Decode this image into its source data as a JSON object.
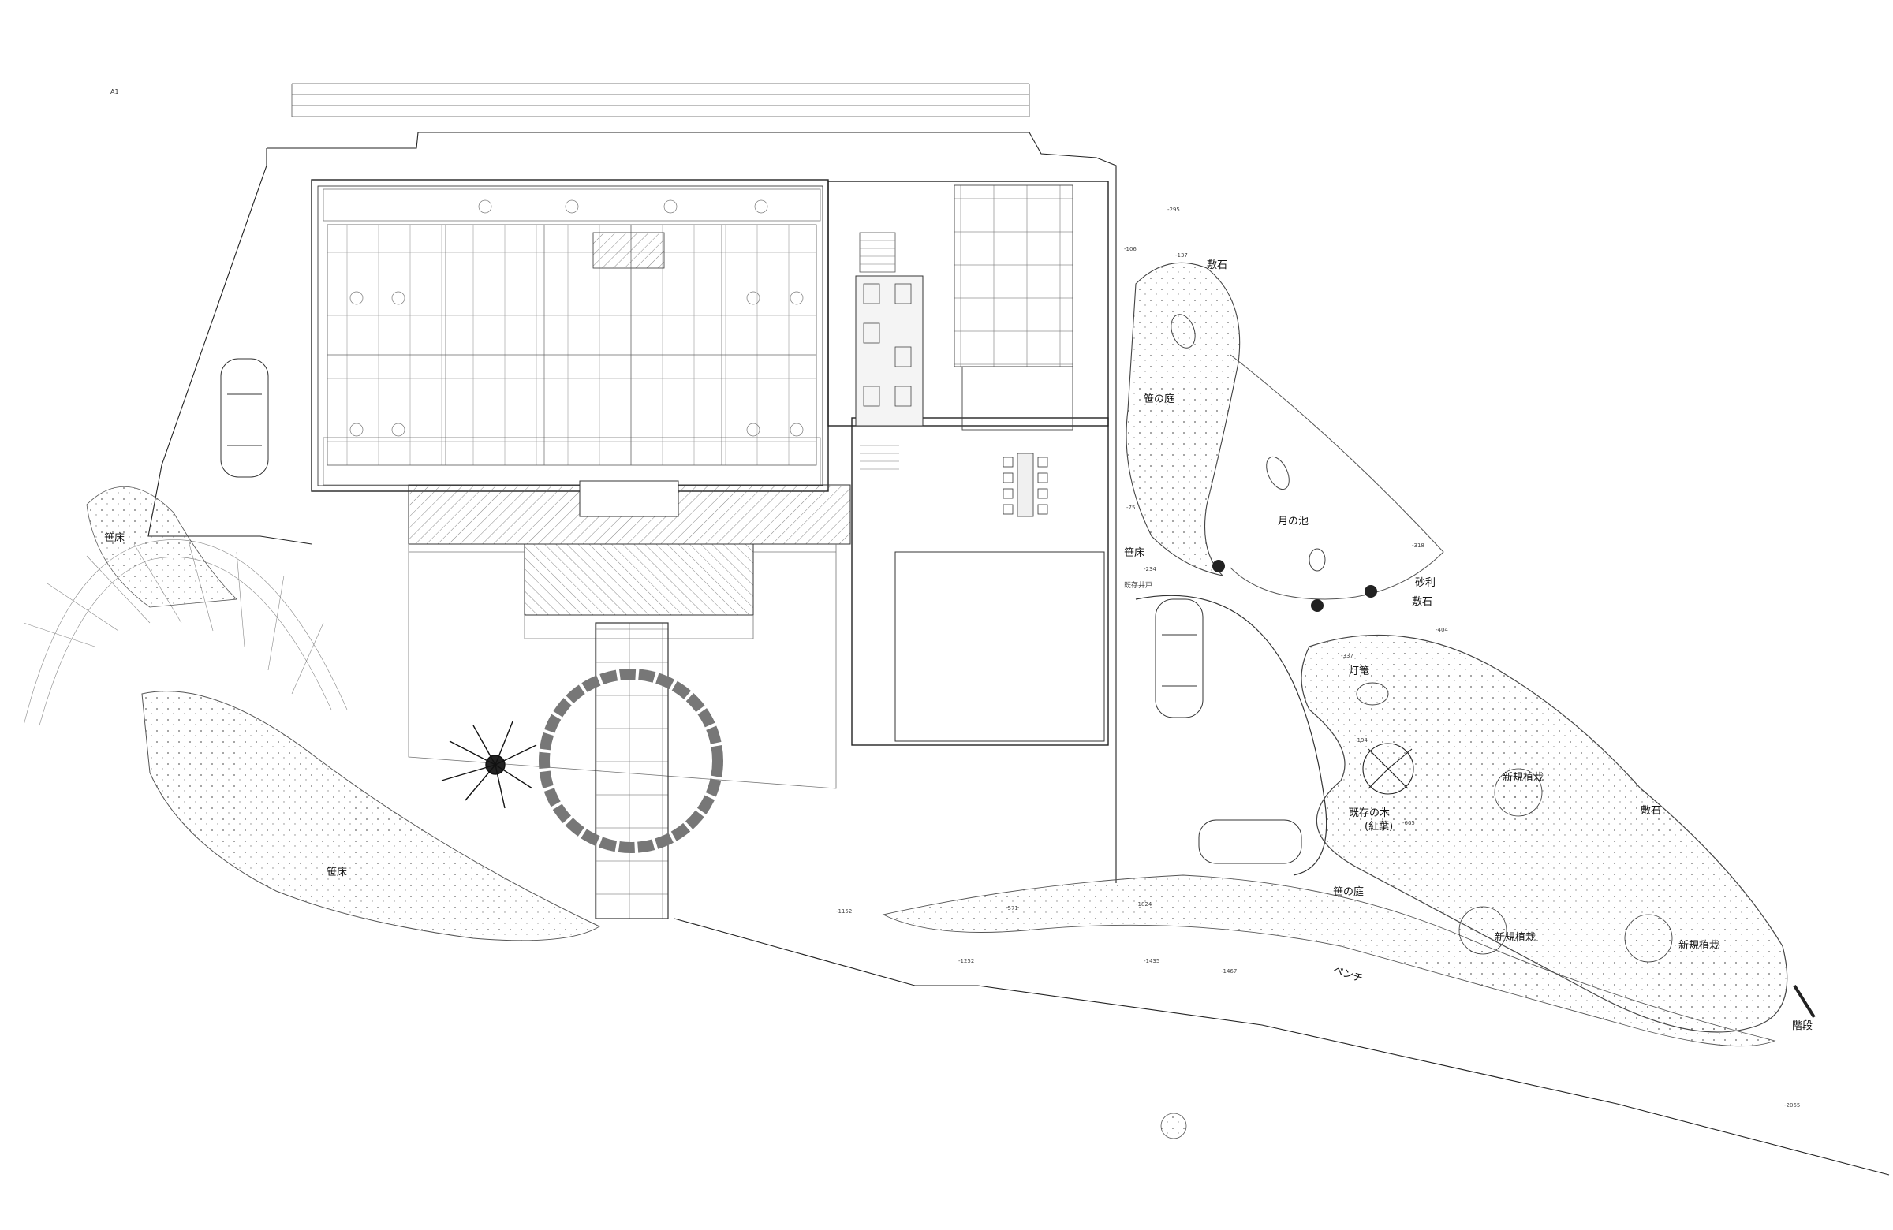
{
  "sheet_id": "A1",
  "labels": {
    "shikiishi_1": "敷石",
    "sasa_garden_1": "笹の庭",
    "tsuki_pond": "月の池",
    "sasadoko_left": "笹床",
    "sasadoko_mid": "笹床",
    "existing_well": "既存井戸",
    "jari": "砂利",
    "shikiishi_2": "敷石",
    "lantern": "灯篭",
    "new_planting_1": "新規植栽",
    "existing_tree_1": "既存の木",
    "existing_tree_2": "(紅葉)",
    "shikiishi_3": "敷石",
    "sasadoko_bottom": "笹床",
    "sasa_garden_2": "笹の庭",
    "new_planting_2": "新規植栽",
    "new_planting_3": "新規植栽",
    "bench": "ベンチ",
    "stairs": "階段"
  },
  "levels": {
    "l1": "-295",
    "l2": "-106",
    "l3": "-137",
    "l4": "-75",
    "l5": "-318",
    "l6": "-234",
    "l7": "-337",
    "l8": "-404",
    "l9": "-194",
    "l10": "-665",
    "l11": "-1152",
    "l12": "-1252",
    "l13": "-1435",
    "l14": "-1467",
    "l15": "-1824",
    "l16": "-571",
    "l17": "-2065"
  }
}
